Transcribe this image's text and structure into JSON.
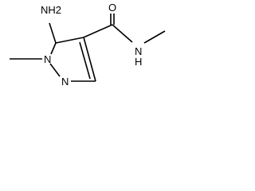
{
  "molecule": {
    "atoms": {
      "amino": "NH2",
      "ring_n1": "N",
      "ring_n2": "N",
      "carbonyl_oxygen": "O",
      "amide_n": "N",
      "amide_h": "H"
    },
    "colors": {
      "bond": "#000000",
      "label": "#000000",
      "background": "#ffffff"
    }
  }
}
